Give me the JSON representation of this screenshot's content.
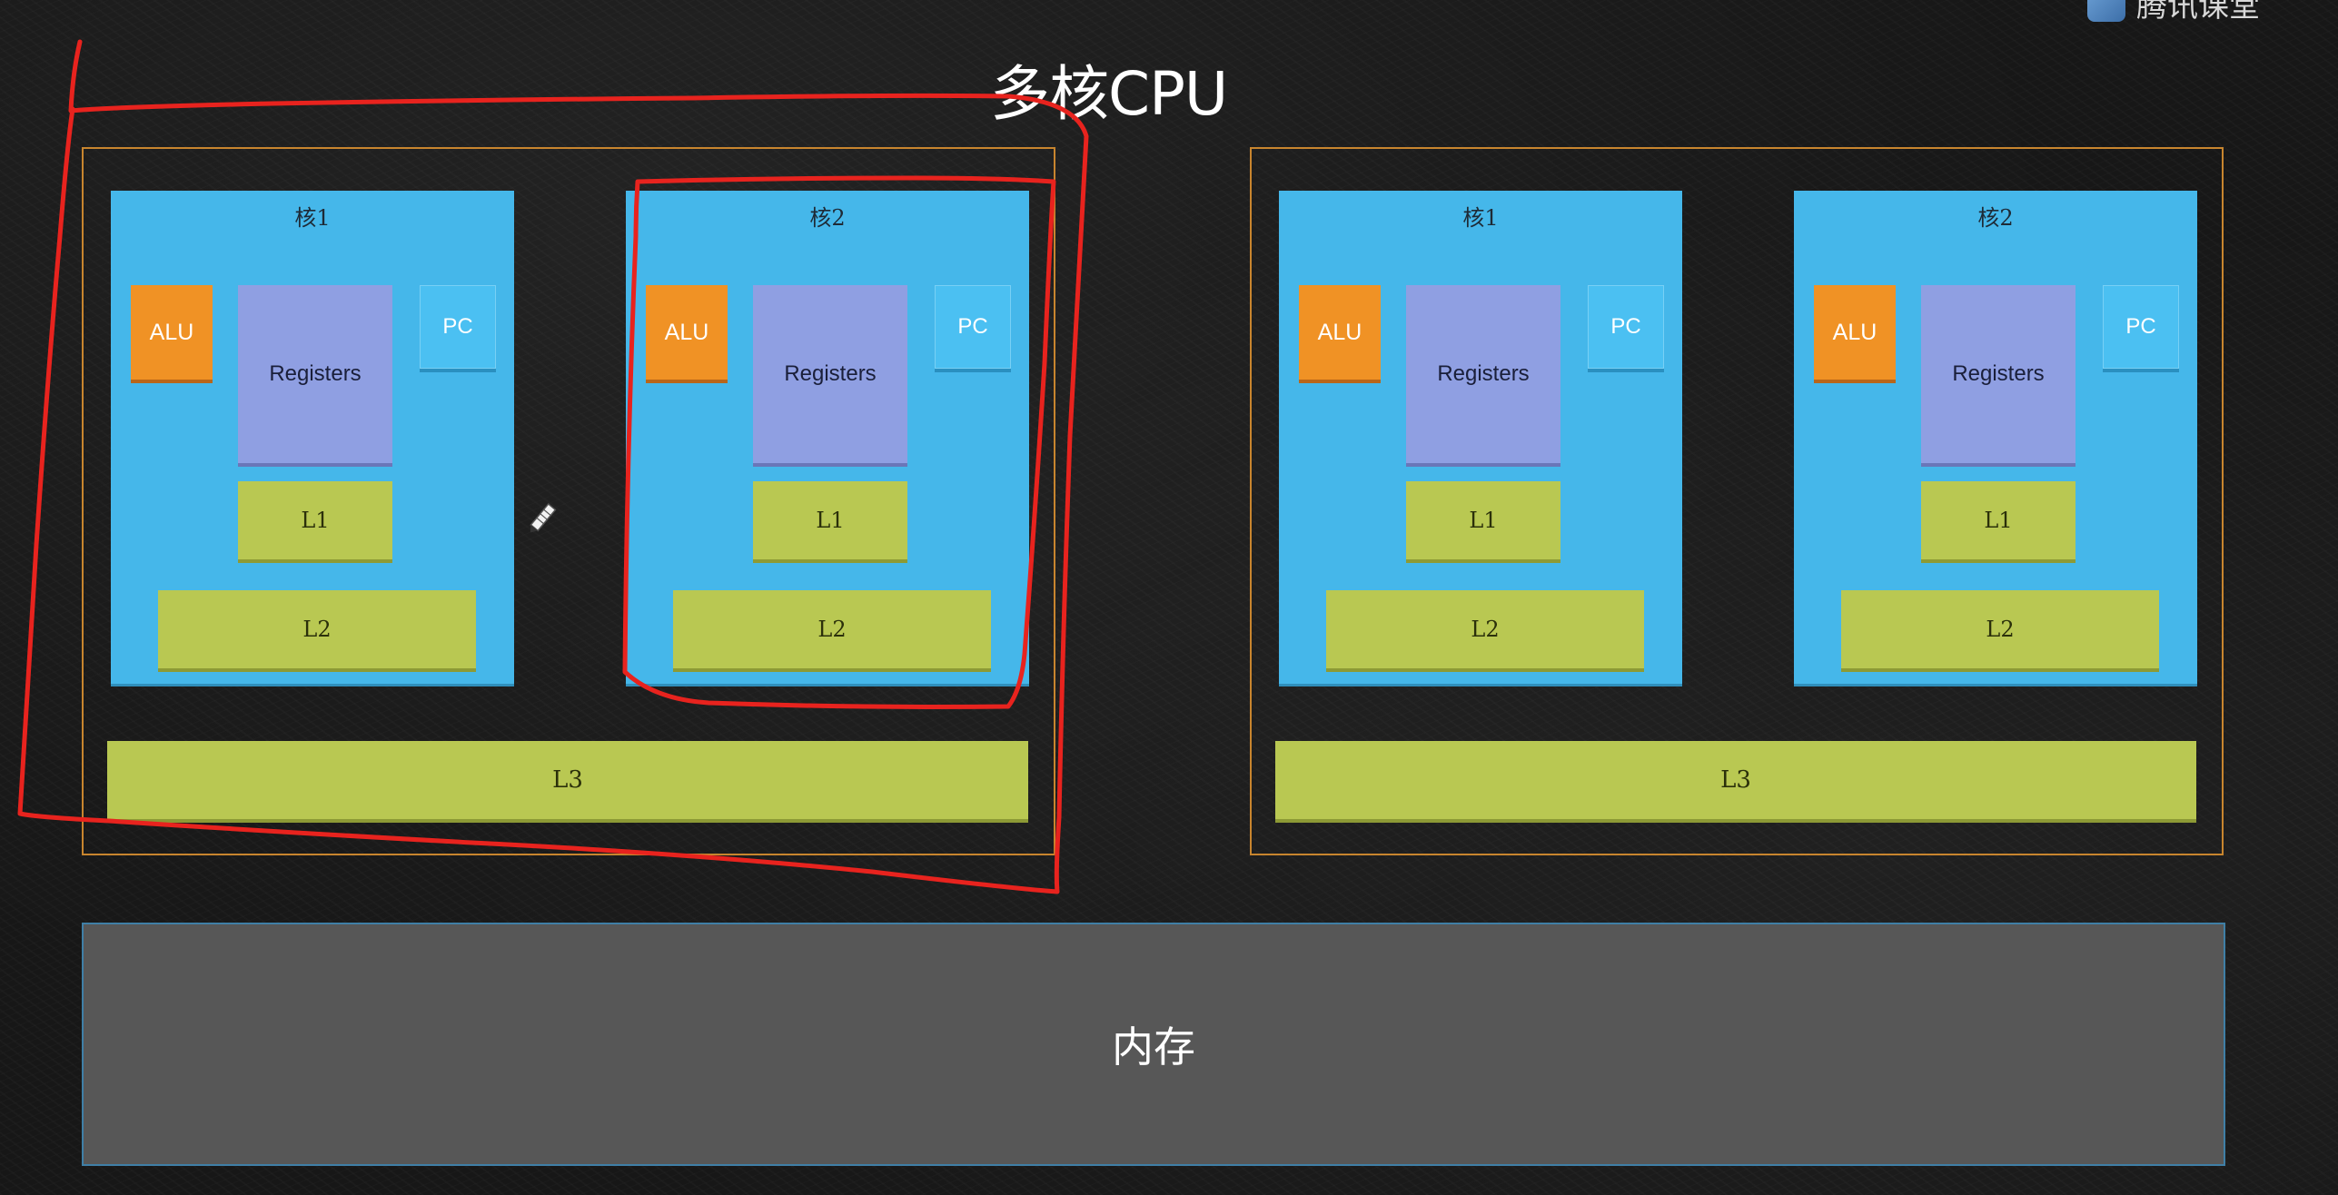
{
  "slide": {
    "title": "多核CPU",
    "logo_text": "腾讯课堂"
  },
  "cpus": [
    {
      "cores": [
        {
          "label": "核1",
          "alu": "ALU",
          "registers": "Registers",
          "pc": "PC",
          "l1": "L1",
          "l2": "L2"
        },
        {
          "label": "核2",
          "alu": "ALU",
          "registers": "Registers",
          "pc": "PC",
          "l1": "L1",
          "l2": "L2"
        }
      ],
      "l3": "L3"
    },
    {
      "cores": [
        {
          "label": "核1",
          "alu": "ALU",
          "registers": "Registers",
          "pc": "PC",
          "l1": "L1",
          "l2": "L2"
        },
        {
          "label": "核2",
          "alu": "ALU",
          "registers": "Registers",
          "pc": "PC",
          "l1": "L1",
          "l2": "L2"
        }
      ],
      "l3": "L3"
    }
  ],
  "memory": {
    "label": "内存"
  },
  "colors": {
    "core": "#45b7ea",
    "alu": "#f09225",
    "registers": "#8f9fe2",
    "cache": "#b9c852",
    "memory": "#575757",
    "cpu_border": "#c8852e",
    "annotation": "#e8231e"
  }
}
